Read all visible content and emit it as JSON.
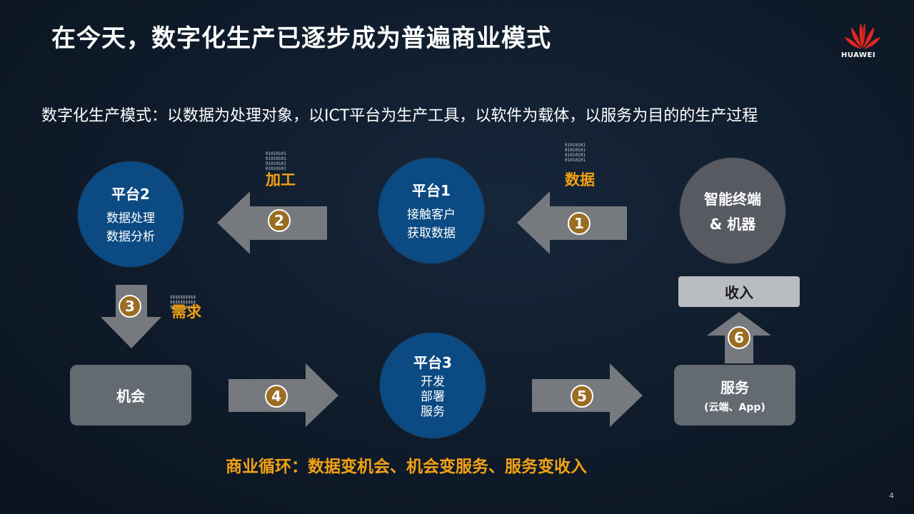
{
  "title": "在今天，数字化生产已逐步成为普遍商业模式",
  "subtitle": "数字化生产模式：以数据为处理对象，以ICT平台为生产工具，以软件为载体，以服务为目的的生产过程",
  "logo_text": "HUAWEI",
  "page_number": "4",
  "colors": {
    "circle": "#0b4a82",
    "accent": "#f2a112",
    "badge": "#9a6d22",
    "box": "#646a71"
  },
  "platform2": {
    "title": "平台2",
    "line1": "数据处理",
    "line2": "数据分析"
  },
  "platform1": {
    "title": "平台1",
    "line1": "接触客户",
    "line2": "获取数据"
  },
  "terminal": {
    "line1": "智能终端",
    "line2": "& 机器"
  },
  "income": {
    "label": "收入"
  },
  "opportunity": {
    "label": "机会"
  },
  "platform3": {
    "title": "平台3",
    "line1": "开发",
    "line2": "部署",
    "line3": "服务"
  },
  "service": {
    "title": "服务",
    "sub": "(云端、App)"
  },
  "tags": {
    "process": "加工",
    "data": "数据",
    "demand": "需求"
  },
  "binary_digits": "01010101\n01010101\n01010101\n01010101",
  "money_signs": "$$$$$$$$$$\n$$$$$$$$$$\n$$$$$$$$$$",
  "steps": [
    "1",
    "2",
    "3",
    "4",
    "5",
    "6"
  ],
  "bottom_text": "商业循环：数据变机会、机会变服务、服务变收入"
}
